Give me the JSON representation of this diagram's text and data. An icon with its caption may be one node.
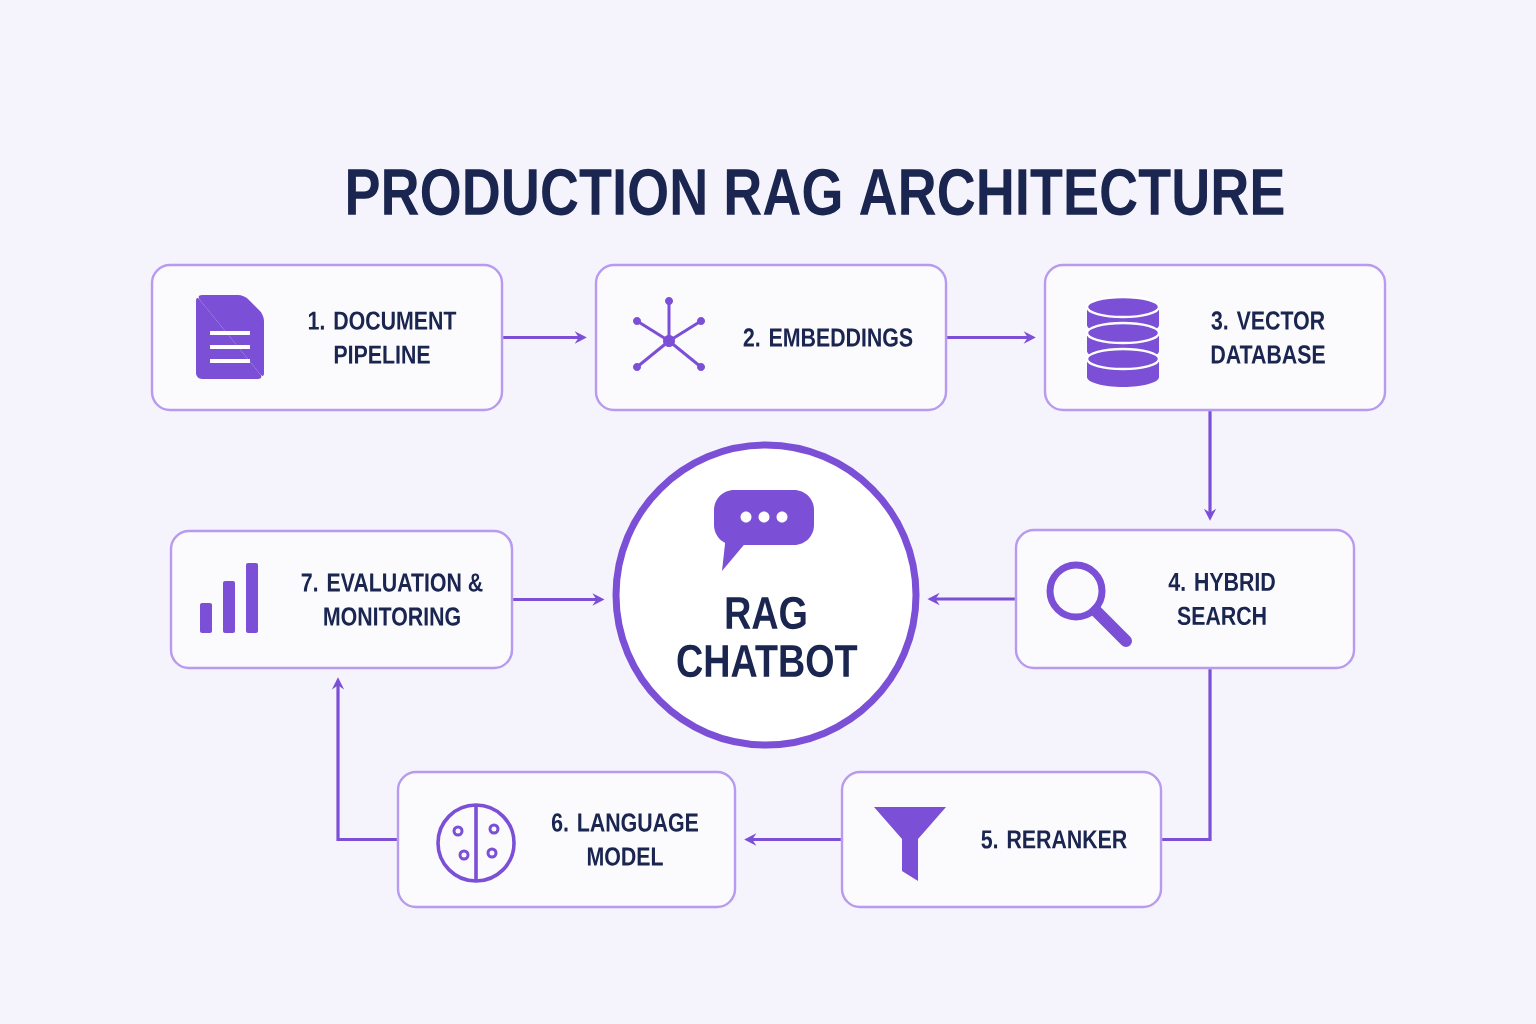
{
  "diagram": {
    "title": "PRODUCTION RAG ARCHITECTURE",
    "nodes": [
      {
        "text": [
          "1. DOCUMENT PIPELINE"
        ]
      },
      {
        "text": [
          "2. EMBEDDINGS"
        ]
      },
      {
        "text": [
          "3. VECTOR DATABASE"
        ]
      },
      {
        "text": [
          "RAG CHATBOT"
        ]
      },
      {
        "text": [
          "4. HYBRID SEARCH"
        ]
      },
      {
        "text": [
          "5. RERANKER"
        ]
      },
      {
        "text": [
          "6. LANGUAGE MODEL"
        ]
      },
      {
        "text": [
          "7. EVALUATION & MONITORING"
        ]
      }
    ],
    "edges": [
      {
        "from": 0,
        "to": 1,
        "arrow": "to"
      },
      {
        "from": 1,
        "to": 2,
        "arrow": "to"
      },
      {
        "from": 2,
        "to": 4,
        "arrow": "to"
      },
      {
        "from": 4,
        "to": 3,
        "arrow": "to"
      },
      {
        "from": 4,
        "to": 5,
        "arrow": "none"
      },
      {
        "from": 5,
        "to": 6,
        "arrow": "to"
      },
      {
        "from": 6,
        "to": 7,
        "arrow": "to"
      },
      {
        "from": 7,
        "to": 3,
        "arrow": "to"
      }
    ]
  }
}
